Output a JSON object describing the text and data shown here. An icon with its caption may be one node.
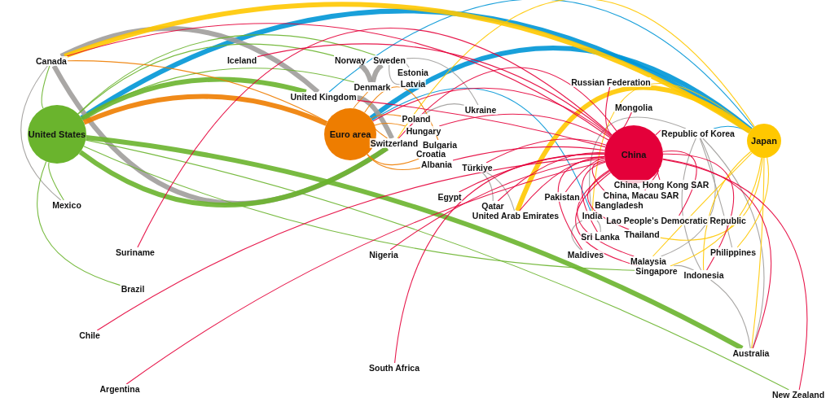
{
  "diagram": {
    "nodes": [
      {
        "text": [
          "United States"
        ]
      },
      {
        "text": [
          "Euro area"
        ]
      },
      {
        "text": [
          "China"
        ]
      },
      {
        "text": [
          "Japan"
        ]
      },
      {
        "text": [
          "Canada"
        ]
      },
      {
        "text": [
          "Iceland"
        ]
      },
      {
        "text": [
          "Norway"
        ]
      },
      {
        "text": [
          "Sweden"
        ]
      },
      {
        "text": [
          "Estonia"
        ]
      },
      {
        "text": [
          "Latvia"
        ]
      },
      {
        "text": [
          "Denmark"
        ]
      },
      {
        "text": [
          "United Kingdom"
        ]
      },
      {
        "text": [
          "Ukraine"
        ]
      },
      {
        "text": [
          "Russian Federation"
        ]
      },
      {
        "text": [
          "Mongolia"
        ]
      },
      {
        "text": [
          "Republic of Korea"
        ]
      },
      {
        "text": [
          "Poland"
        ]
      },
      {
        "text": [
          "Hungary"
        ]
      },
      {
        "text": [
          "Switzerland"
        ]
      },
      {
        "text": [
          "Bulgaria"
        ]
      },
      {
        "text": [
          "Croatia"
        ]
      },
      {
        "text": [
          "Albania"
        ]
      },
      {
        "text": [
          "Türkiye"
        ]
      },
      {
        "text": [
          "Mexico"
        ]
      },
      {
        "text": [
          "Egypt"
        ]
      },
      {
        "text": [
          "Qatar"
        ]
      },
      {
        "text": [
          "United Arab Emirates"
        ]
      },
      {
        "text": [
          "Pakistan"
        ]
      },
      {
        "text": [
          "China, Hong Kong SAR"
        ]
      },
      {
        "text": [
          "China, Macau SAR"
        ]
      },
      {
        "text": [
          "Bangladesh"
        ]
      },
      {
        "text": [
          "India"
        ]
      },
      {
        "text": [
          "Lao People's Democratic Republic"
        ]
      },
      {
        "text": [
          "Thailand"
        ]
      },
      {
        "text": [
          "Sri Lanka"
        ]
      },
      {
        "text": [
          "Maldives"
        ]
      },
      {
        "text": [
          "Suriname"
        ]
      },
      {
        "text": [
          "Nigeria"
        ]
      },
      {
        "text": [
          "Malaysia"
        ]
      },
      {
        "text": [
          "Singapore"
        ]
      },
      {
        "text": [
          "Philippines"
        ]
      },
      {
        "text": [
          "Indonesia"
        ]
      },
      {
        "text": [
          "Brazil"
        ]
      },
      {
        "text": [
          "Chile"
        ]
      },
      {
        "text": [
          "South Africa"
        ]
      },
      {
        "text": [
          "Australia"
        ]
      },
      {
        "text": [
          "Argentina"
        ]
      },
      {
        "text": [
          "New Zealand"
        ]
      }
    ],
    "edges": [
      {
        "from": 0,
        "to": 3,
        "arrow": "none",
        "style": "thick",
        "color": "#0096d6"
      },
      {
        "from": 1,
        "to": 3,
        "arrow": "none",
        "style": "thick",
        "color": "#0096d6"
      },
      {
        "from": 11,
        "to": 3,
        "arrow": "none",
        "color": "#0096d6"
      },
      {
        "from": 1,
        "to": 31,
        "arrow": "none",
        "color": "#0096d6"
      },
      {
        "from": 15,
        "to": 3,
        "arrow": "none",
        "color": "#0096d6"
      },
      {
        "from": 4,
        "to": 11,
        "arrow": "none",
        "style": "thick",
        "color": "#a09d9b"
      },
      {
        "from": 4,
        "to": 18,
        "arrow": "none",
        "style": "thick",
        "color": "#a09d9b"
      },
      {
        "from": 4,
        "to": 23,
        "arrow": "none",
        "color": "#a09d9b"
      },
      {
        "from": 6,
        "to": 10,
        "arrow": "none",
        "style": "thick",
        "color": "#a09d9b"
      },
      {
        "from": 10,
        "to": 7,
        "arrow": "none",
        "style": "thick",
        "color": "#a09d9b"
      },
      {
        "from": 7,
        "to": 8,
        "arrow": "none",
        "color": "#a09d9b"
      },
      {
        "from": 7,
        "to": 9,
        "arrow": "none",
        "color": "#a09d9b"
      },
      {
        "from": 7,
        "to": 12,
        "arrow": "none",
        "color": "#a09d9b"
      },
      {
        "from": 16,
        "to": 12,
        "arrow": "none",
        "color": "#a09d9b"
      },
      {
        "from": 11,
        "to": 18,
        "arrow": "none",
        "style": "thick",
        "color": "#a09d9b"
      },
      {
        "from": 22,
        "to": 25,
        "arrow": "none",
        "color": "#a09d9b"
      },
      {
        "from": 22,
        "to": 26,
        "arrow": "none",
        "color": "#a09d9b"
      },
      {
        "from": 31,
        "to": 34,
        "arrow": "none",
        "color": "#a09d9b"
      },
      {
        "from": 31,
        "to": 35,
        "arrow": "none",
        "color": "#a09d9b"
      },
      {
        "from": 15,
        "to": 38,
        "arrow": "none",
        "color": "#a09d9b"
      },
      {
        "from": 15,
        "to": 41,
        "arrow": "none",
        "color": "#a09d9b"
      },
      {
        "from": 15,
        "to": 40,
        "arrow": "none",
        "color": "#a09d9b"
      },
      {
        "from": 15,
        "to": 45,
        "arrow": "none",
        "color": "#a09d9b"
      },
      {
        "from": 15,
        "to": 31,
        "arrow": "none",
        "color": "#a09d9b"
      },
      {
        "from": 39,
        "to": 41,
        "arrow": "none",
        "color": "#a09d9b"
      },
      {
        "from": 41,
        "to": 45,
        "arrow": "none",
        "color": "#a09d9b"
      },
      {
        "from": 0,
        "to": 4,
        "arrow": "none",
        "color": "#6ab42d"
      },
      {
        "from": 0,
        "to": 23,
        "arrow": "none",
        "color": "#6ab42d"
      },
      {
        "from": 0,
        "to": 42,
        "arrow": "none",
        "color": "#6ab42d"
      },
      {
        "from": 0,
        "to": 11,
        "arrow": "none",
        "style": "thick",
        "color": "#6ab42d"
      },
      {
        "from": 0,
        "to": 18,
        "arrow": "none",
        "style": "thick",
        "color": "#6ab42d"
      },
      {
        "from": 0,
        "to": 7,
        "arrow": "none",
        "color": "#6ab42d"
      },
      {
        "from": 0,
        "to": 10,
        "arrow": "none",
        "color": "#6ab42d"
      },
      {
        "from": 0,
        "to": 6,
        "arrow": "none",
        "color": "#6ab42d"
      },
      {
        "from": 0,
        "to": 39,
        "arrow": "none",
        "color": "#6ab42d"
      },
      {
        "from": 0,
        "to": 45,
        "arrow": "none",
        "style": "thick",
        "color": "#6ab42d"
      },
      {
        "from": 0,
        "to": 47,
        "arrow": "none",
        "color": "#6ab42d"
      },
      {
        "from": 1,
        "to": 0,
        "arrow": "none",
        "style": "thick",
        "color": "#ee7d00"
      },
      {
        "from": 1,
        "to": 4,
        "arrow": "none",
        "color": "#ee7d00"
      },
      {
        "from": 1,
        "to": 10,
        "arrow": "none",
        "color": "#ee7d00"
      },
      {
        "from": 1,
        "to": 16,
        "arrow": "none",
        "color": "#ee7d00"
      },
      {
        "from": 1,
        "to": 17,
        "arrow": "none",
        "color": "#ee7d00"
      },
      {
        "from": 1,
        "to": 19,
        "arrow": "none",
        "color": "#ee7d00"
      },
      {
        "from": 1,
        "to": 20,
        "arrow": "none",
        "color": "#ee7d00"
      },
      {
        "from": 1,
        "to": 21,
        "arrow": "none",
        "color": "#ee7d00"
      },
      {
        "from": 1,
        "to": 18,
        "arrow": "none",
        "color": "#ee7d00"
      },
      {
        "from": 3,
        "to": 4,
        "arrow": "none",
        "style": "thick",
        "color": "#ffc800"
      },
      {
        "from": 3,
        "to": 26,
        "arrow": "none",
        "style": "thick",
        "color": "#ffc800"
      },
      {
        "from": 3,
        "to": 18,
        "arrow": "none",
        "color": "#ffc800"
      },
      {
        "from": 3,
        "to": 31,
        "arrow": "none",
        "color": "#ffc800"
      },
      {
        "from": 3,
        "to": 33,
        "arrow": "none",
        "color": "#ffc800"
      },
      {
        "from": 3,
        "to": 38,
        "arrow": "none",
        "color": "#ffc800"
      },
      {
        "from": 3,
        "to": 39,
        "arrow": "none",
        "color": "#ffc800"
      },
      {
        "from": 3,
        "to": 40,
        "arrow": "none",
        "color": "#ffc800"
      },
      {
        "from": 3,
        "to": 41,
        "arrow": "none",
        "color": "#ffc800"
      },
      {
        "from": 3,
        "to": 45,
        "arrow": "none",
        "color": "#ffc800"
      },
      {
        "from": 2,
        "to": 4,
        "arrow": "none"
      },
      {
        "from": 2,
        "to": 5,
        "arrow": "none"
      },
      {
        "from": 2,
        "to": 1,
        "arrow": "none"
      },
      {
        "from": 2,
        "to": 11,
        "arrow": "none"
      },
      {
        "from": 2,
        "to": 18,
        "arrow": "none"
      },
      {
        "from": 2,
        "to": 17,
        "arrow": "none"
      },
      {
        "from": 2,
        "to": 21,
        "arrow": "none"
      },
      {
        "from": 2,
        "to": 22,
        "arrow": "none"
      },
      {
        "from": 2,
        "to": 13,
        "arrow": "none"
      },
      {
        "from": 2,
        "to": 14,
        "arrow": "none"
      },
      {
        "from": 2,
        "to": 15,
        "arrow": "none"
      },
      {
        "from": 2,
        "to": 24,
        "arrow": "none"
      },
      {
        "from": 2,
        "to": 25,
        "arrow": "none"
      },
      {
        "from": 2,
        "to": 26,
        "arrow": "none"
      },
      {
        "from": 2,
        "to": 27,
        "arrow": "none"
      },
      {
        "from": 2,
        "to": 28,
        "arrow": "none"
      },
      {
        "from": 2,
        "to": 29,
        "arrow": "none"
      },
      {
        "from": 2,
        "to": 30,
        "arrow": "none"
      },
      {
        "from": 2,
        "to": 32,
        "arrow": "none"
      },
      {
        "from": 2,
        "to": 33,
        "arrow": "none"
      },
      {
        "from": 2,
        "to": 34,
        "arrow": "none"
      },
      {
        "from": 2,
        "to": 35,
        "arrow": "none"
      },
      {
        "from": 2,
        "to": 36,
        "arrow": "none"
      },
      {
        "from": 2,
        "to": 37,
        "arrow": "none"
      },
      {
        "from": 2,
        "to": 38,
        "arrow": "none"
      },
      {
        "from": 2,
        "to": 39,
        "arrow": "none"
      },
      {
        "from": 2,
        "to": 41,
        "arrow": "none"
      },
      {
        "from": 2,
        "to": 43,
        "arrow": "none"
      },
      {
        "from": 2,
        "to": 44,
        "arrow": "none"
      },
      {
        "from": 2,
        "to": 46,
        "arrow": "none"
      },
      {
        "from": 2,
        "to": 45,
        "arrow": "none"
      },
      {
        "from": 2,
        "to": 47,
        "arrow": "none"
      }
    ]
  }
}
